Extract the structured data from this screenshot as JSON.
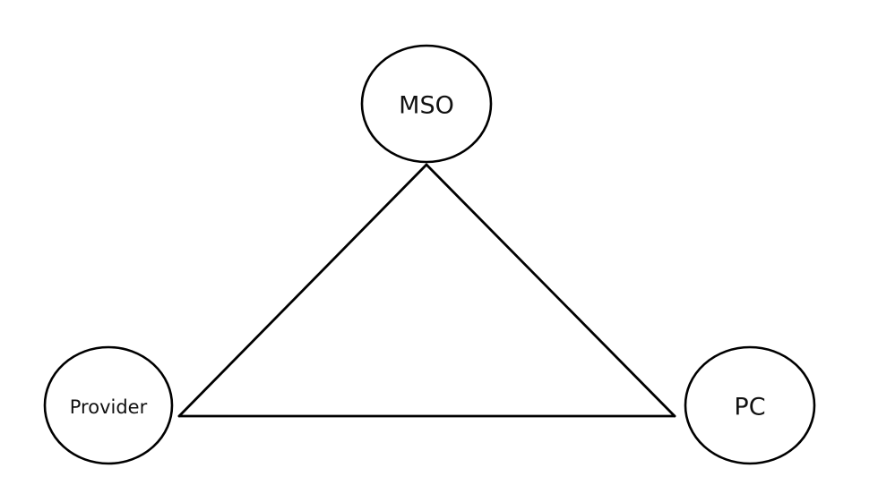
{
  "diagram": {
    "type": "triangle-relationship",
    "nodes": [
      {
        "id": "mso",
        "label": "MSO"
      },
      {
        "id": "provider",
        "label": "Provider"
      },
      {
        "id": "pc",
        "label": "PC"
      }
    ],
    "edges": [
      {
        "from": "mso",
        "to": "provider"
      },
      {
        "from": "mso",
        "to": "pc"
      },
      {
        "from": "provider",
        "to": "pc"
      }
    ],
    "colors": {
      "stroke": "#000000",
      "fill": "#ffffff",
      "text": "#111111"
    }
  }
}
